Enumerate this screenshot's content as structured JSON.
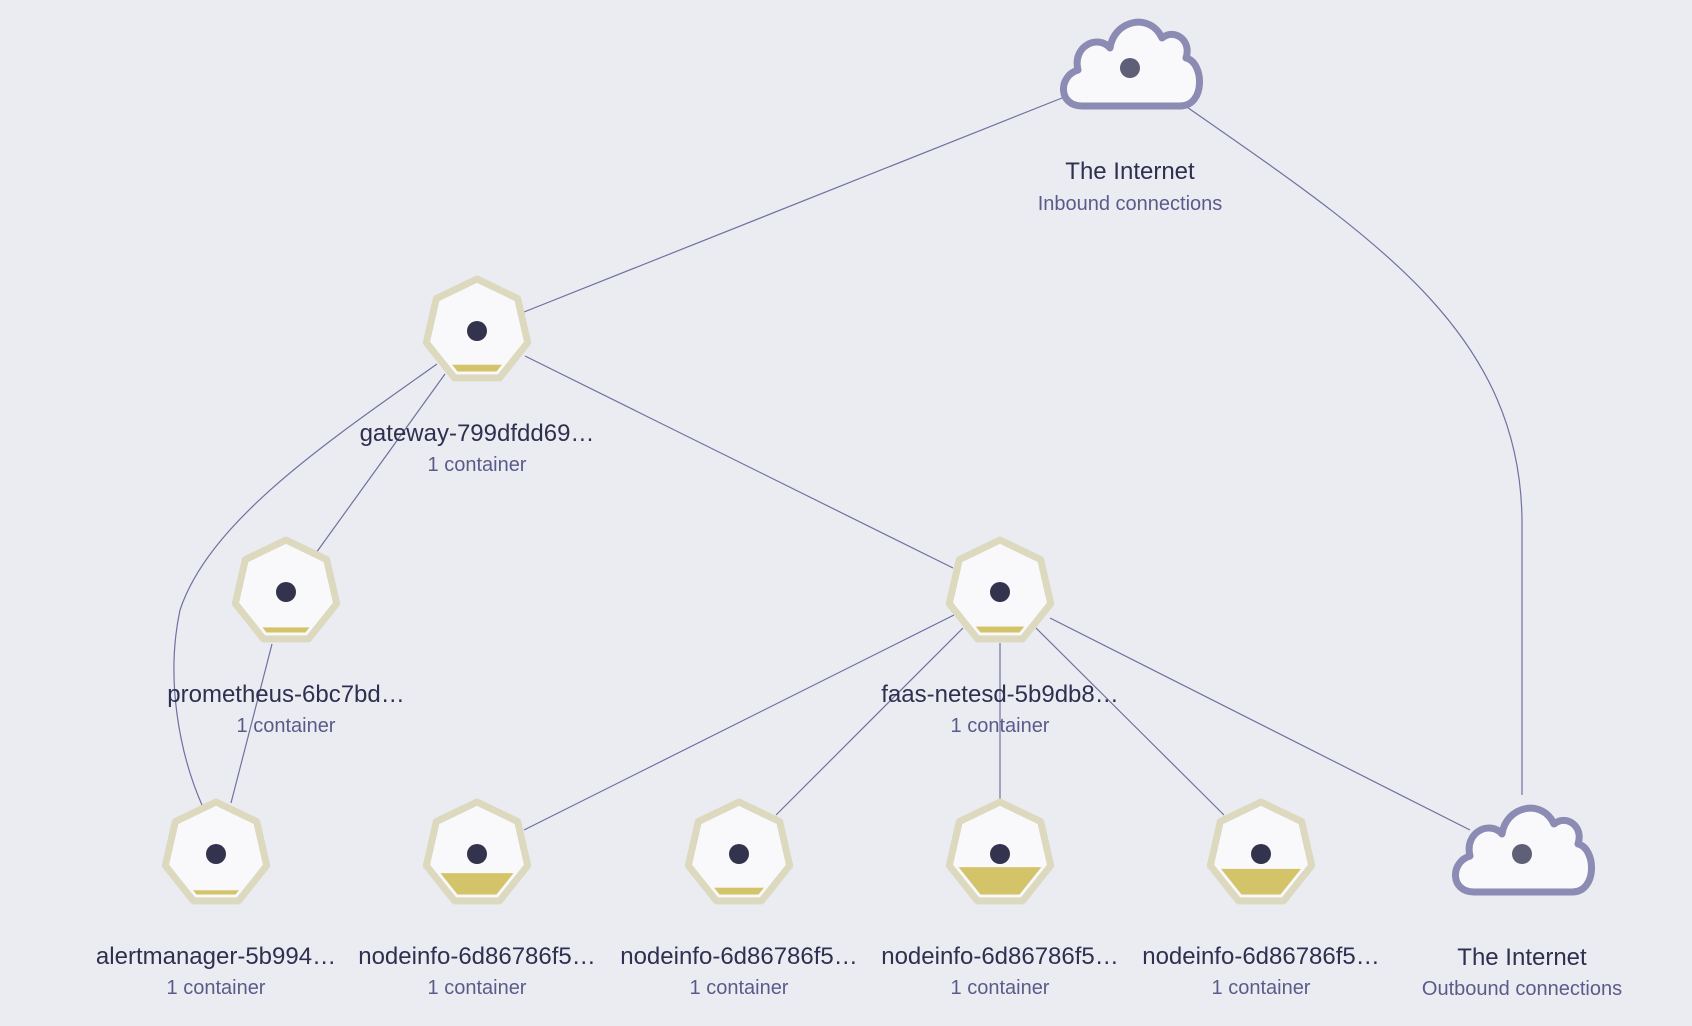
{
  "colors": {
    "background": "#ebecf2",
    "edge": "#6f71a0",
    "pod_stroke": "#dcd9bf",
    "pod_fill": "#f9f9fb",
    "metric_fill": "#d3c46a",
    "cloud_stroke": "#8b8bb3",
    "dot": "#33334d",
    "cloud_dot": "#5f6078"
  },
  "nodes": [
    {
      "id": "internet-in",
      "kind": "cloud",
      "icon": "cloud-icon",
      "title": "The Internet",
      "subtitle": "Inbound connections"
    },
    {
      "id": "gateway",
      "kind": "pod",
      "icon": "pod-heptagon-icon",
      "title": "gateway-799dfdd69…",
      "subtitle": "1 container",
      "metric": 0.08
    },
    {
      "id": "prometheus",
      "kind": "pod",
      "icon": "pod-heptagon-icon",
      "title": "prometheus-6bc7bd…",
      "subtitle": "1 container",
      "metric": 0.06
    },
    {
      "id": "faas-netesd",
      "kind": "pod",
      "icon": "pod-heptagon-icon",
      "title": "faas-netesd-5b9db8…",
      "subtitle": "1 container",
      "metric": 0.07
    },
    {
      "id": "alertmanager",
      "kind": "pod",
      "icon": "pod-heptagon-icon",
      "title": "alertmanager-5b994…",
      "subtitle": "1 container",
      "metric": 0.05
    },
    {
      "id": "nodeinfo-1",
      "kind": "pod",
      "icon": "pod-heptagon-icon",
      "title": "nodeinfo-6d86786f5…",
      "subtitle": "1 container",
      "metric": 0.25
    },
    {
      "id": "nodeinfo-2",
      "kind": "pod",
      "icon": "pod-heptagon-icon",
      "title": "nodeinfo-6d86786f5…",
      "subtitle": "1 container",
      "metric": 0.08
    },
    {
      "id": "nodeinfo-3",
      "kind": "pod",
      "icon": "pod-heptagon-icon",
      "title": "nodeinfo-6d86786f5…",
      "subtitle": "1 container",
      "metric": 0.32
    },
    {
      "id": "nodeinfo-4",
      "kind": "pod",
      "icon": "pod-heptagon-icon",
      "title": "nodeinfo-6d86786f5…",
      "subtitle": "1 container",
      "metric": 0.3
    },
    {
      "id": "internet-out",
      "kind": "cloud",
      "icon": "cloud-icon",
      "title": "The Internet",
      "subtitle": "Outbound connections"
    }
  ],
  "edges": [
    {
      "from": "internet-in",
      "to": "gateway"
    },
    {
      "from": "internet-in",
      "to": "internet-out"
    },
    {
      "from": "gateway",
      "to": "prometheus"
    },
    {
      "from": "gateway",
      "to": "faas-netesd"
    },
    {
      "from": "gateway",
      "to": "alertmanager"
    },
    {
      "from": "prometheus",
      "to": "alertmanager"
    },
    {
      "from": "faas-netesd",
      "to": "nodeinfo-1"
    },
    {
      "from": "faas-netesd",
      "to": "nodeinfo-2"
    },
    {
      "from": "faas-netesd",
      "to": "nodeinfo-3"
    },
    {
      "from": "faas-netesd",
      "to": "nodeinfo-4"
    },
    {
      "from": "faas-netesd",
      "to": "internet-out"
    }
  ]
}
